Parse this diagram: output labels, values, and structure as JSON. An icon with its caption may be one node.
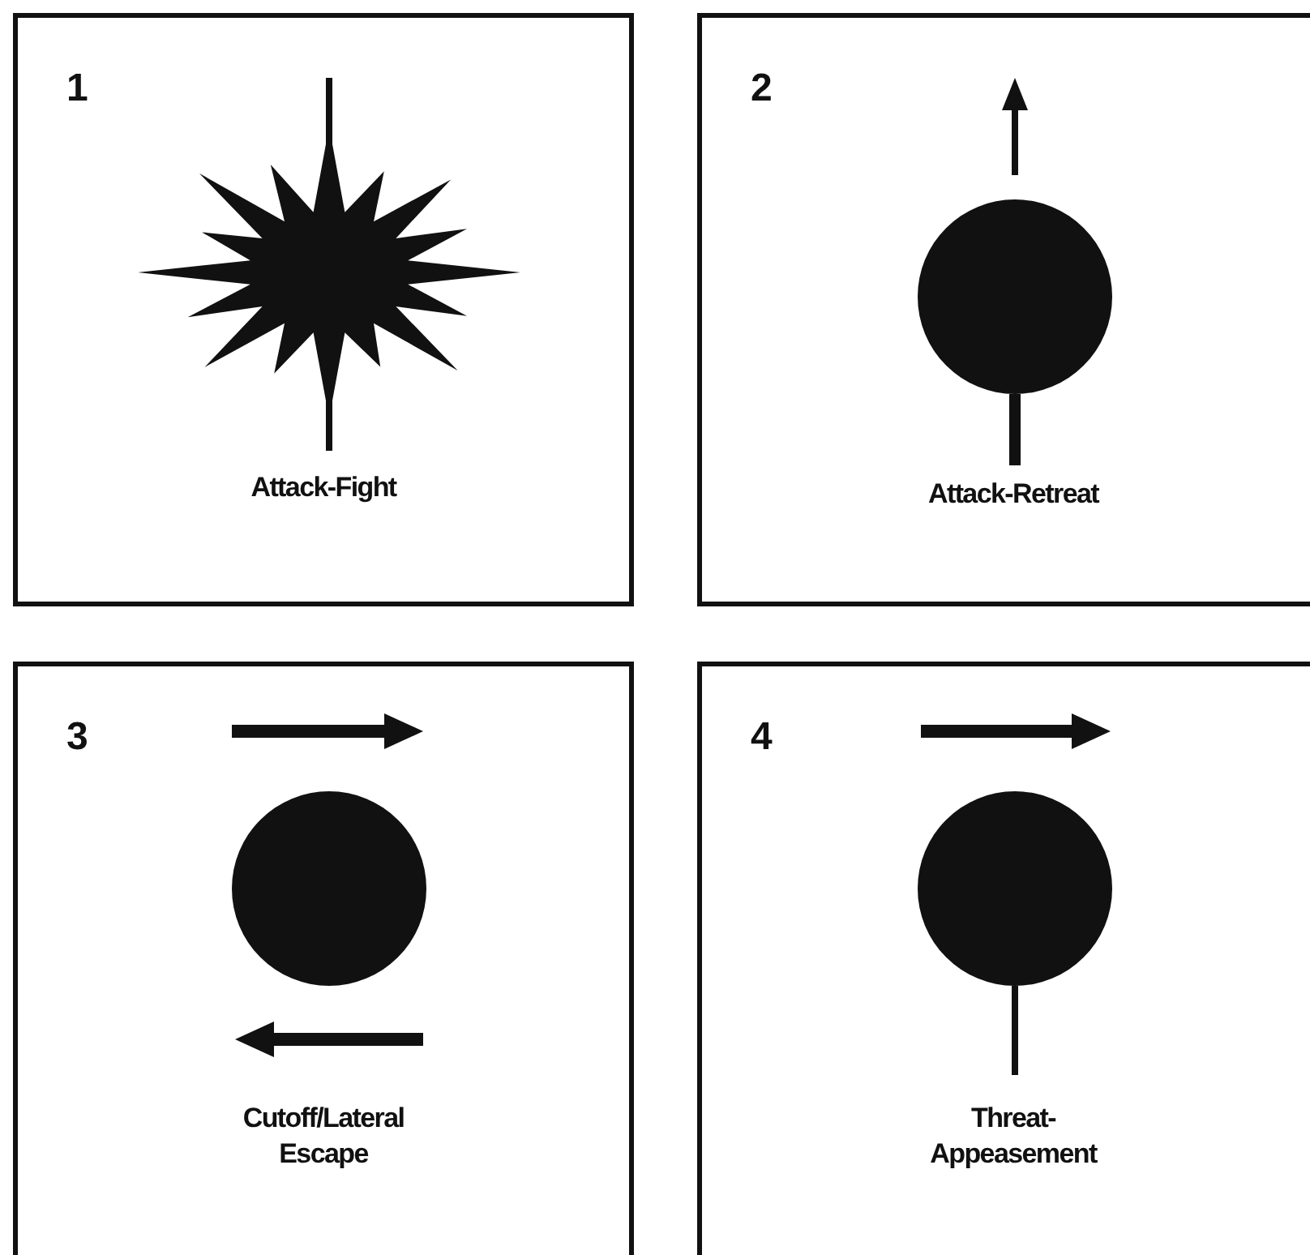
{
  "diagram": {
    "nodes": [
      {
        "text": [
          "1",
          "Attack-Fight"
        ]
      },
      {
        "text": [
          "2",
          "Attack-Retreat"
        ]
      },
      {
        "text": [
          "3",
          "Cutoff/Lateral Escape"
        ]
      },
      {
        "text": [
          "4",
          "Threat- Appeasement"
        ]
      }
    ]
  }
}
